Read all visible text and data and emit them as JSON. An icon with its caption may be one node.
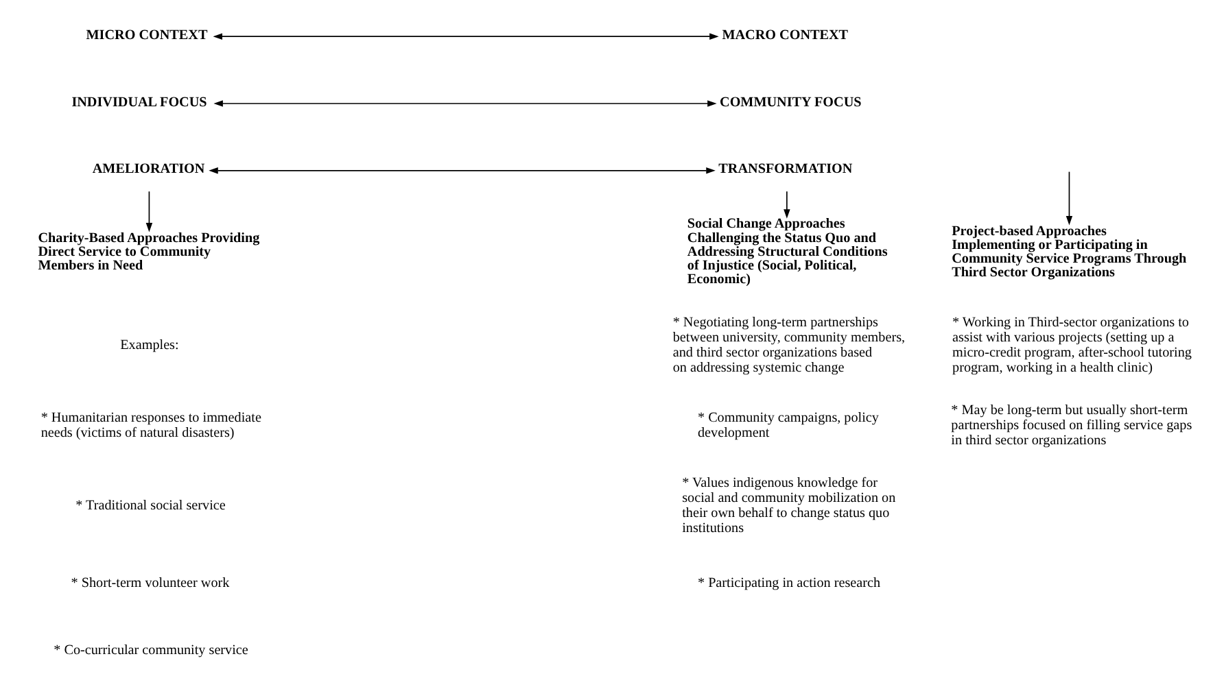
{
  "diagram": {
    "nodes": [
      {
        "text": [
          "MICRO CONTEXT"
        ]
      },
      {
        "text": [
          "MACRO CONTEXT"
        ]
      },
      {
        "text": [
          "INDIVIDUAL FOCUS"
        ]
      },
      {
        "text": [
          "COMMUNITY FOCUS"
        ]
      },
      {
        "text": [
          "AMELIORATION"
        ]
      },
      {
        "text": [
          "TRANSFORMATION"
        ]
      },
      {
        "text": [
          "Charity-Based Approaches Providing Direct Service to Community Members in Need"
        ]
      },
      {
        "text": [
          "Project-based Approaches Implementing or Participating in Community Service Programs Through Third Sector Organizations"
        ]
      },
      {
        "text": [
          "Social Change Approaches Challenging the Status Quo and Addressing Structural Conditions of Injustice (Social, Political, Economic)"
        ]
      }
    ],
    "edges": [
      {
        "from": 0,
        "to": 1,
        "arrow": "both"
      },
      {
        "from": 2,
        "to": 3,
        "arrow": "both"
      },
      {
        "from": 4,
        "to": 5,
        "arrow": "both"
      },
      {
        "from": 4,
        "to": 6,
        "arrow": "to"
      },
      {
        "from": null,
        "to": 7,
        "arrow": "to"
      },
      {
        "from": 5,
        "to": 8,
        "arrow": "to"
      }
    ],
    "labels": [
      "Examples:",
      "* Humanitarian responses to immediate needs (victims of natural disasters)",
      "* Traditional social service",
      "* Short-term volunteer work",
      "* Co-curricular community service",
      "* Working in Third-sector organizations to assist with various projects (setting up a micro-credit program, after-school tutoring program, working in a health clinic)",
      "* May be long-term but usually short-term partnerships focused on filling service gaps in third sector organizations",
      "* Negotiating long-term partnerships between university, community members, and third sector organizations based on addressing systemic change",
      "* Community campaigns, policy development",
      "* Values indigenous knowledge for social and community mobilization on their own behalf to change status quo institutions",
      "* Participating in action research"
    ]
  }
}
